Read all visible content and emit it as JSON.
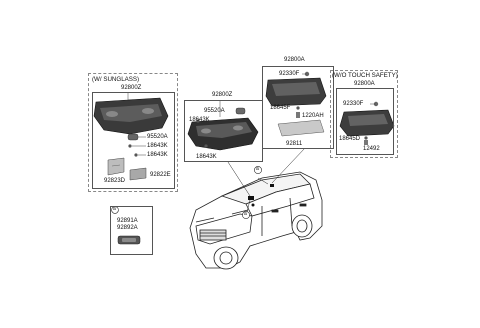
{
  "groups": {
    "sunglass": {
      "header": "(W/ SUNGLASS)",
      "top_part": "92800Z",
      "parts": [
        "95520A",
        "18643K",
        "18643K",
        "92823D",
        "92822E"
      ]
    },
    "center": {
      "top_part": "92800Z",
      "parts": [
        "95520A",
        "18643K",
        "18643K"
      ]
    },
    "room": {
      "top_part": "92800A",
      "parts": [
        "92330F",
        "18645F",
        "1220AH",
        "92811"
      ]
    },
    "wo_touch": {
      "header": "(W/O TOUCH SAFETY)",
      "top_part": "92800A",
      "parts": [
        "92330F",
        "18645D",
        "12492"
      ]
    },
    "detail_a": {
      "callout": "a",
      "parts": [
        "92891A",
        "92892A"
      ]
    }
  },
  "callouts": [
    "a",
    "a"
  ]
}
